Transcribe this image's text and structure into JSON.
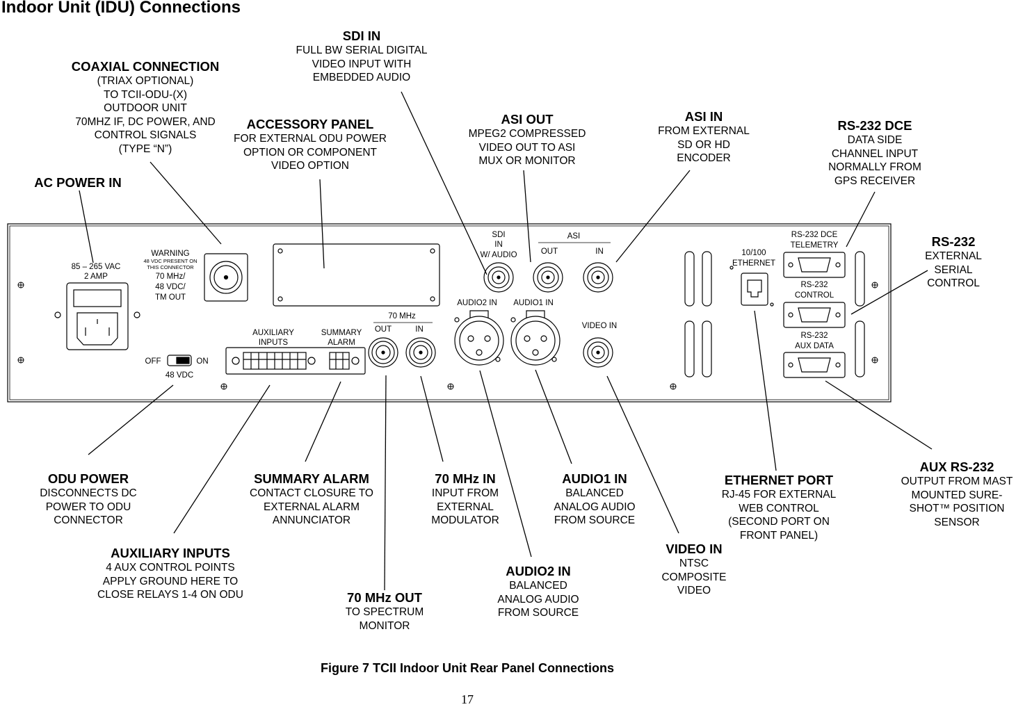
{
  "page_title": "Indoor Unit (IDU) Connections",
  "caption": "Figure 7 TCII Indoor Unit Rear Panel Connections",
  "page_number": "17",
  "panel": {
    "ac_rating": "85 – 265 VAC",
    "ac_amp": "2 AMP",
    "warning": "WARNING",
    "warning_small_1": "48 VDC PRESENT ON",
    "warning_small_2": "THIS CONNECTOR",
    "coax_1": "70 MHz/",
    "coax_2": "48 VDC/",
    "coax_3": "TM OUT",
    "switch_off": "OFF",
    "switch_on": "ON",
    "switch_label": "48 VDC",
    "aux_inputs_1": "AUXILIARY",
    "aux_inputs_2": "INPUTS",
    "summary_1": "SUMMARY",
    "summary_2": "ALARM",
    "if70_header": "70 MHz",
    "if70_out": "OUT",
    "if70_in": "IN",
    "sdi_1": "SDI",
    "sdi_2": "IN",
    "sdi_3": "W/ AUDIO",
    "asi_header": "ASI",
    "asi_out": "OUT",
    "asi_in": "IN",
    "audio2": "AUDIO2 IN",
    "audio1": "AUDIO1 IN",
    "video_in": "VIDEO IN",
    "eth_1": "10/100",
    "eth_2": "ETHERNET",
    "rs232dce_1": "RS-232 DCE",
    "rs232dce_2": "TELEMETRY",
    "rs232ctl_1": "RS-232",
    "rs232ctl_2": "CONTROL",
    "rs232aux_1": "RS-232",
    "rs232aux_2": "AUX DATA"
  },
  "callouts": {
    "coaxial": {
      "title": "COAXIAL CONNECTION",
      "desc": "(TRIAX OPTIONAL)\nTO TCII-ODU-(X)\nOUTDOOR UNIT\n70MHZ IF, DC POWER, AND\nCONTROL SIGNALS\n(TYPE “N”)"
    },
    "sdi_in": {
      "title": "SDI IN",
      "desc": "FULL BW SERIAL DIGITAL\nVIDEO INPUT WITH\nEMBEDDED AUDIO"
    },
    "accessory": {
      "title": "ACCESSORY PANEL",
      "desc": "FOR EXTERNAL ODU POWER\nOPTION OR COMPONENT\nVIDEO OPTION"
    },
    "asi_out": {
      "title": "ASI OUT",
      "desc": "MPEG2 COMPRESSED\nVIDEO OUT TO ASI\nMUX OR MONITOR"
    },
    "asi_in": {
      "title": "ASI IN",
      "desc": "FROM EXTERNAL\nSD OR HD\nENCODER"
    },
    "rs232_dce": {
      "title": "RS-232 DCE",
      "desc": "DATA SIDE\nCHANNEL INPUT\nNORMALLY FROM\nGPS RECEIVER"
    },
    "ac_power": {
      "title": "AC POWER IN",
      "desc": ""
    },
    "rs232": {
      "title": "RS-232",
      "desc": "EXTERNAL\nSERIAL\nCONTROL"
    },
    "odu_power": {
      "title": "ODU POWER",
      "desc": "DISCONNECTS DC\nPOWER TO ODU\nCONNECTOR"
    },
    "summary_alarm": {
      "title": "SUMMARY ALARM",
      "desc": "CONTACT CLOSURE TO\nEXTERNAL ALARM\nANNUNCIATOR"
    },
    "mhz70_in": {
      "title": "70 MHz IN",
      "desc": "INPUT FROM\nEXTERNAL\nMODULATOR"
    },
    "audio1_in": {
      "title": "AUDIO1 IN",
      "desc": "BALANCED\nANALOG AUDIO\nFROM SOURCE"
    },
    "ethernet": {
      "title": "ETHERNET PORT",
      "desc": "RJ-45 FOR EXTERNAL\nWEB CONTROL\n(SECOND PORT ON\nFRONT PANEL)"
    },
    "aux_rs232": {
      "title": "AUX RS-232",
      "desc": "OUTPUT FROM MAST\nMOUNTED SURE-\nSHOT™ POSITION\nSENSOR"
    },
    "aux_inputs": {
      "title": "AUXILIARY INPUTS",
      "desc": "4 AUX CONTROL POINTS\nAPPLY GROUND HERE TO\nCLOSE RELAYS 1-4 ON ODU"
    },
    "video_in": {
      "title": "VIDEO IN",
      "desc": "NTSC\nCOMPOSITE\nVIDEO"
    },
    "audio2_in": {
      "title": "AUDIO2 IN",
      "desc": "BALANCED\nANALOG AUDIO\nFROM SOURCE"
    },
    "mhz70_out": {
      "title": "70 MHz OUT",
      "desc": "TO SPECTRUM\nMONITOR"
    }
  }
}
